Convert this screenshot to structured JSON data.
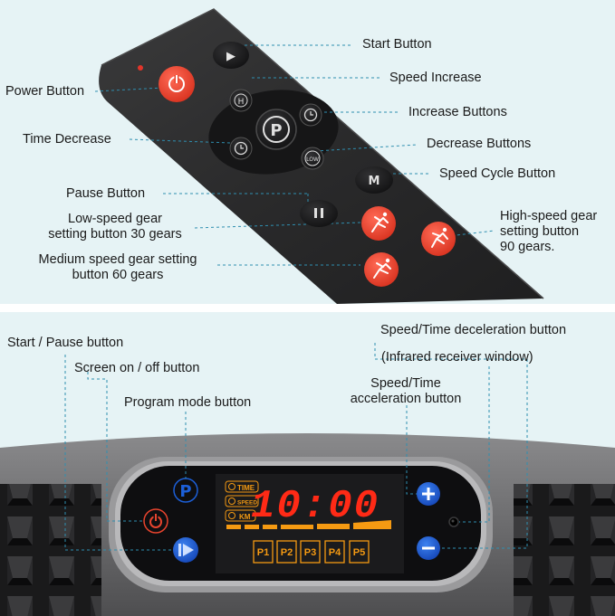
{
  "remote": {
    "labels": {
      "start": "Start Button",
      "speed_increase": "Speed Increase",
      "power": "Power Button",
      "increase_buttons": "Increase Buttons",
      "time_decrease": "Time Decrease",
      "decrease_buttons": "Decrease Buttons",
      "speed_cycle": "Speed Cycle Button",
      "pause": "Pause Button",
      "low_speed_l1": "Low-speed gear",
      "low_speed_l2": "setting button 30 gears",
      "high_speed_l1": "High-speed gear",
      "high_speed_l2": "setting button",
      "high_speed_l3": "90 gears.",
      "medium_speed_l1": "Medium speed gear setting",
      "medium_speed_l2": "button 60 gears"
    },
    "button_glyphs": {
      "start": "▶",
      "program": "P",
      "h": "H",
      "low": "LOW",
      "mode": "M",
      "pause": "❚❚"
    },
    "colors": {
      "body": "#2b2b2c",
      "red": "#e8442e",
      "key": "#1b1b1c"
    }
  },
  "console": {
    "labels": {
      "start_pause": "Start / Pause button",
      "screen_onoff": "Screen on / off button",
      "program_mode": "Program mode button",
      "decel": "Speed/Time deceleration button",
      "infrared": "(Infrared receiver window)",
      "accel_l1": "Speed/Time",
      "accel_l2": "acceleration button"
    },
    "display": {
      "time": "10:00",
      "mode_time": "TIME",
      "mode_speed": "SPEED",
      "mode_km": "KM",
      "programs": [
        "P1",
        "P2",
        "P3",
        "P4",
        "P5"
      ]
    },
    "button_glyphs": {
      "program": "P",
      "plus": "+",
      "minus": "−"
    },
    "colors": {
      "led": "#ff2a16",
      "amber": "#f59a12",
      "blue": "#1c5fd8",
      "panel": "#0e0e10"
    }
  }
}
